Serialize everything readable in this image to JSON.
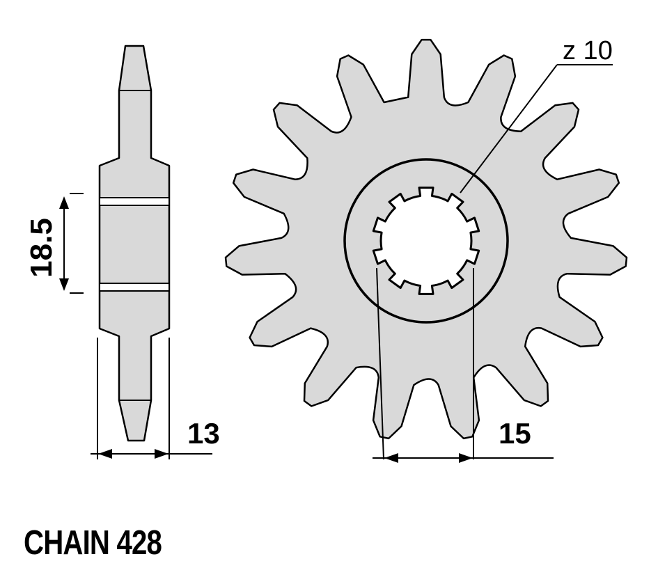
{
  "drawing": {
    "colors": {
      "fill": "#d9d9d9",
      "stroke": "#000000",
      "background": "#ffffff"
    },
    "side_view": {
      "hub_dimension": "18.5",
      "thickness_dimension": "13"
    },
    "front_view": {
      "teeth_count": 15,
      "spline_count": 10,
      "spline_label": "z 10",
      "spline_width_dimension": "15"
    },
    "footer": {
      "chain_label": "CHAIN 428"
    }
  }
}
